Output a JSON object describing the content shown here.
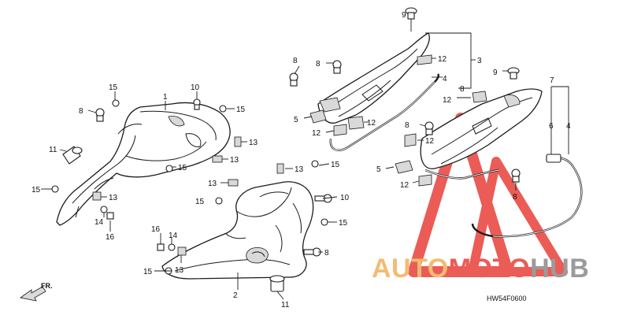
{
  "diagram_code": "HW54F0600",
  "front_arrow_label": "FR.",
  "watermark": {
    "brand_part1": "AUTO",
    "brand_part2": "MOTO",
    "brand_part3": "HUB",
    "color_orange": "#f3b05a",
    "color_red": "#e8403a",
    "color_gray": "#8a8a8a"
  },
  "callouts": {
    "c1": "1",
    "c2": "2",
    "c3": "3",
    "c4a": "4",
    "c4b": "4",
    "c5a": "5",
    "c5b": "5",
    "c6": "6",
    "c7": "7",
    "c8a": "8",
    "c8b": "8",
    "c8c": "8",
    "c8d": "8",
    "c8e": "8",
    "c8f": "8",
    "c8g": "8",
    "c9a": "9",
    "c9b": "9",
    "c10a": "10",
    "c10b": "10",
    "c11a": "11",
    "c11b": "11",
    "c12a": "12",
    "c12b": "12",
    "c12c": "12",
    "c12d": "12",
    "c12e": "12",
    "c12f": "12",
    "c13a": "13",
    "c13b": "13",
    "c13c": "13",
    "c13d": "13",
    "c13e": "13",
    "c13f": "13",
    "c14a": "14",
    "c14b": "14",
    "c15a": "15",
    "c15b": "15",
    "c15c": "15",
    "c15d": "15",
    "c15e": "15",
    "c15f": "15",
    "c15g": "15",
    "c15h": "15",
    "c16a": "16",
    "c16b": "16"
  }
}
